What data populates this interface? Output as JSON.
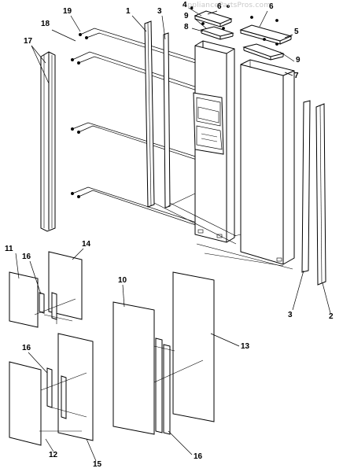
{
  "watermark": "AppliancePartsPros.com",
  "callouts": [
    {
      "id": "c1",
      "text": "1"
    },
    {
      "id": "c3a",
      "text": "3"
    },
    {
      "id": "c4",
      "text": "4"
    },
    {
      "id": "c6a",
      "text": "6"
    },
    {
      "id": "c9a",
      "text": "9"
    },
    {
      "id": "c8",
      "text": "8"
    },
    {
      "id": "c6b",
      "text": "6"
    },
    {
      "id": "c5",
      "text": "5"
    },
    {
      "id": "c9b",
      "text": "9"
    },
    {
      "id": "c7",
      "text": "7"
    },
    {
      "id": "c19",
      "text": "19"
    },
    {
      "id": "c18",
      "text": "18"
    },
    {
      "id": "c17",
      "text": "17"
    },
    {
      "id": "c11",
      "text": "11"
    },
    {
      "id": "c16a",
      "text": "16"
    },
    {
      "id": "c14",
      "text": "14"
    },
    {
      "id": "c10",
      "text": "10"
    },
    {
      "id": "c13",
      "text": "13"
    },
    {
      "id": "c3b",
      "text": "3"
    },
    {
      "id": "c2",
      "text": "2"
    },
    {
      "id": "c16b",
      "text": "16"
    },
    {
      "id": "c12",
      "text": "12"
    },
    {
      "id": "c15",
      "text": "15"
    },
    {
      "id": "c16c",
      "text": "16"
    }
  ]
}
